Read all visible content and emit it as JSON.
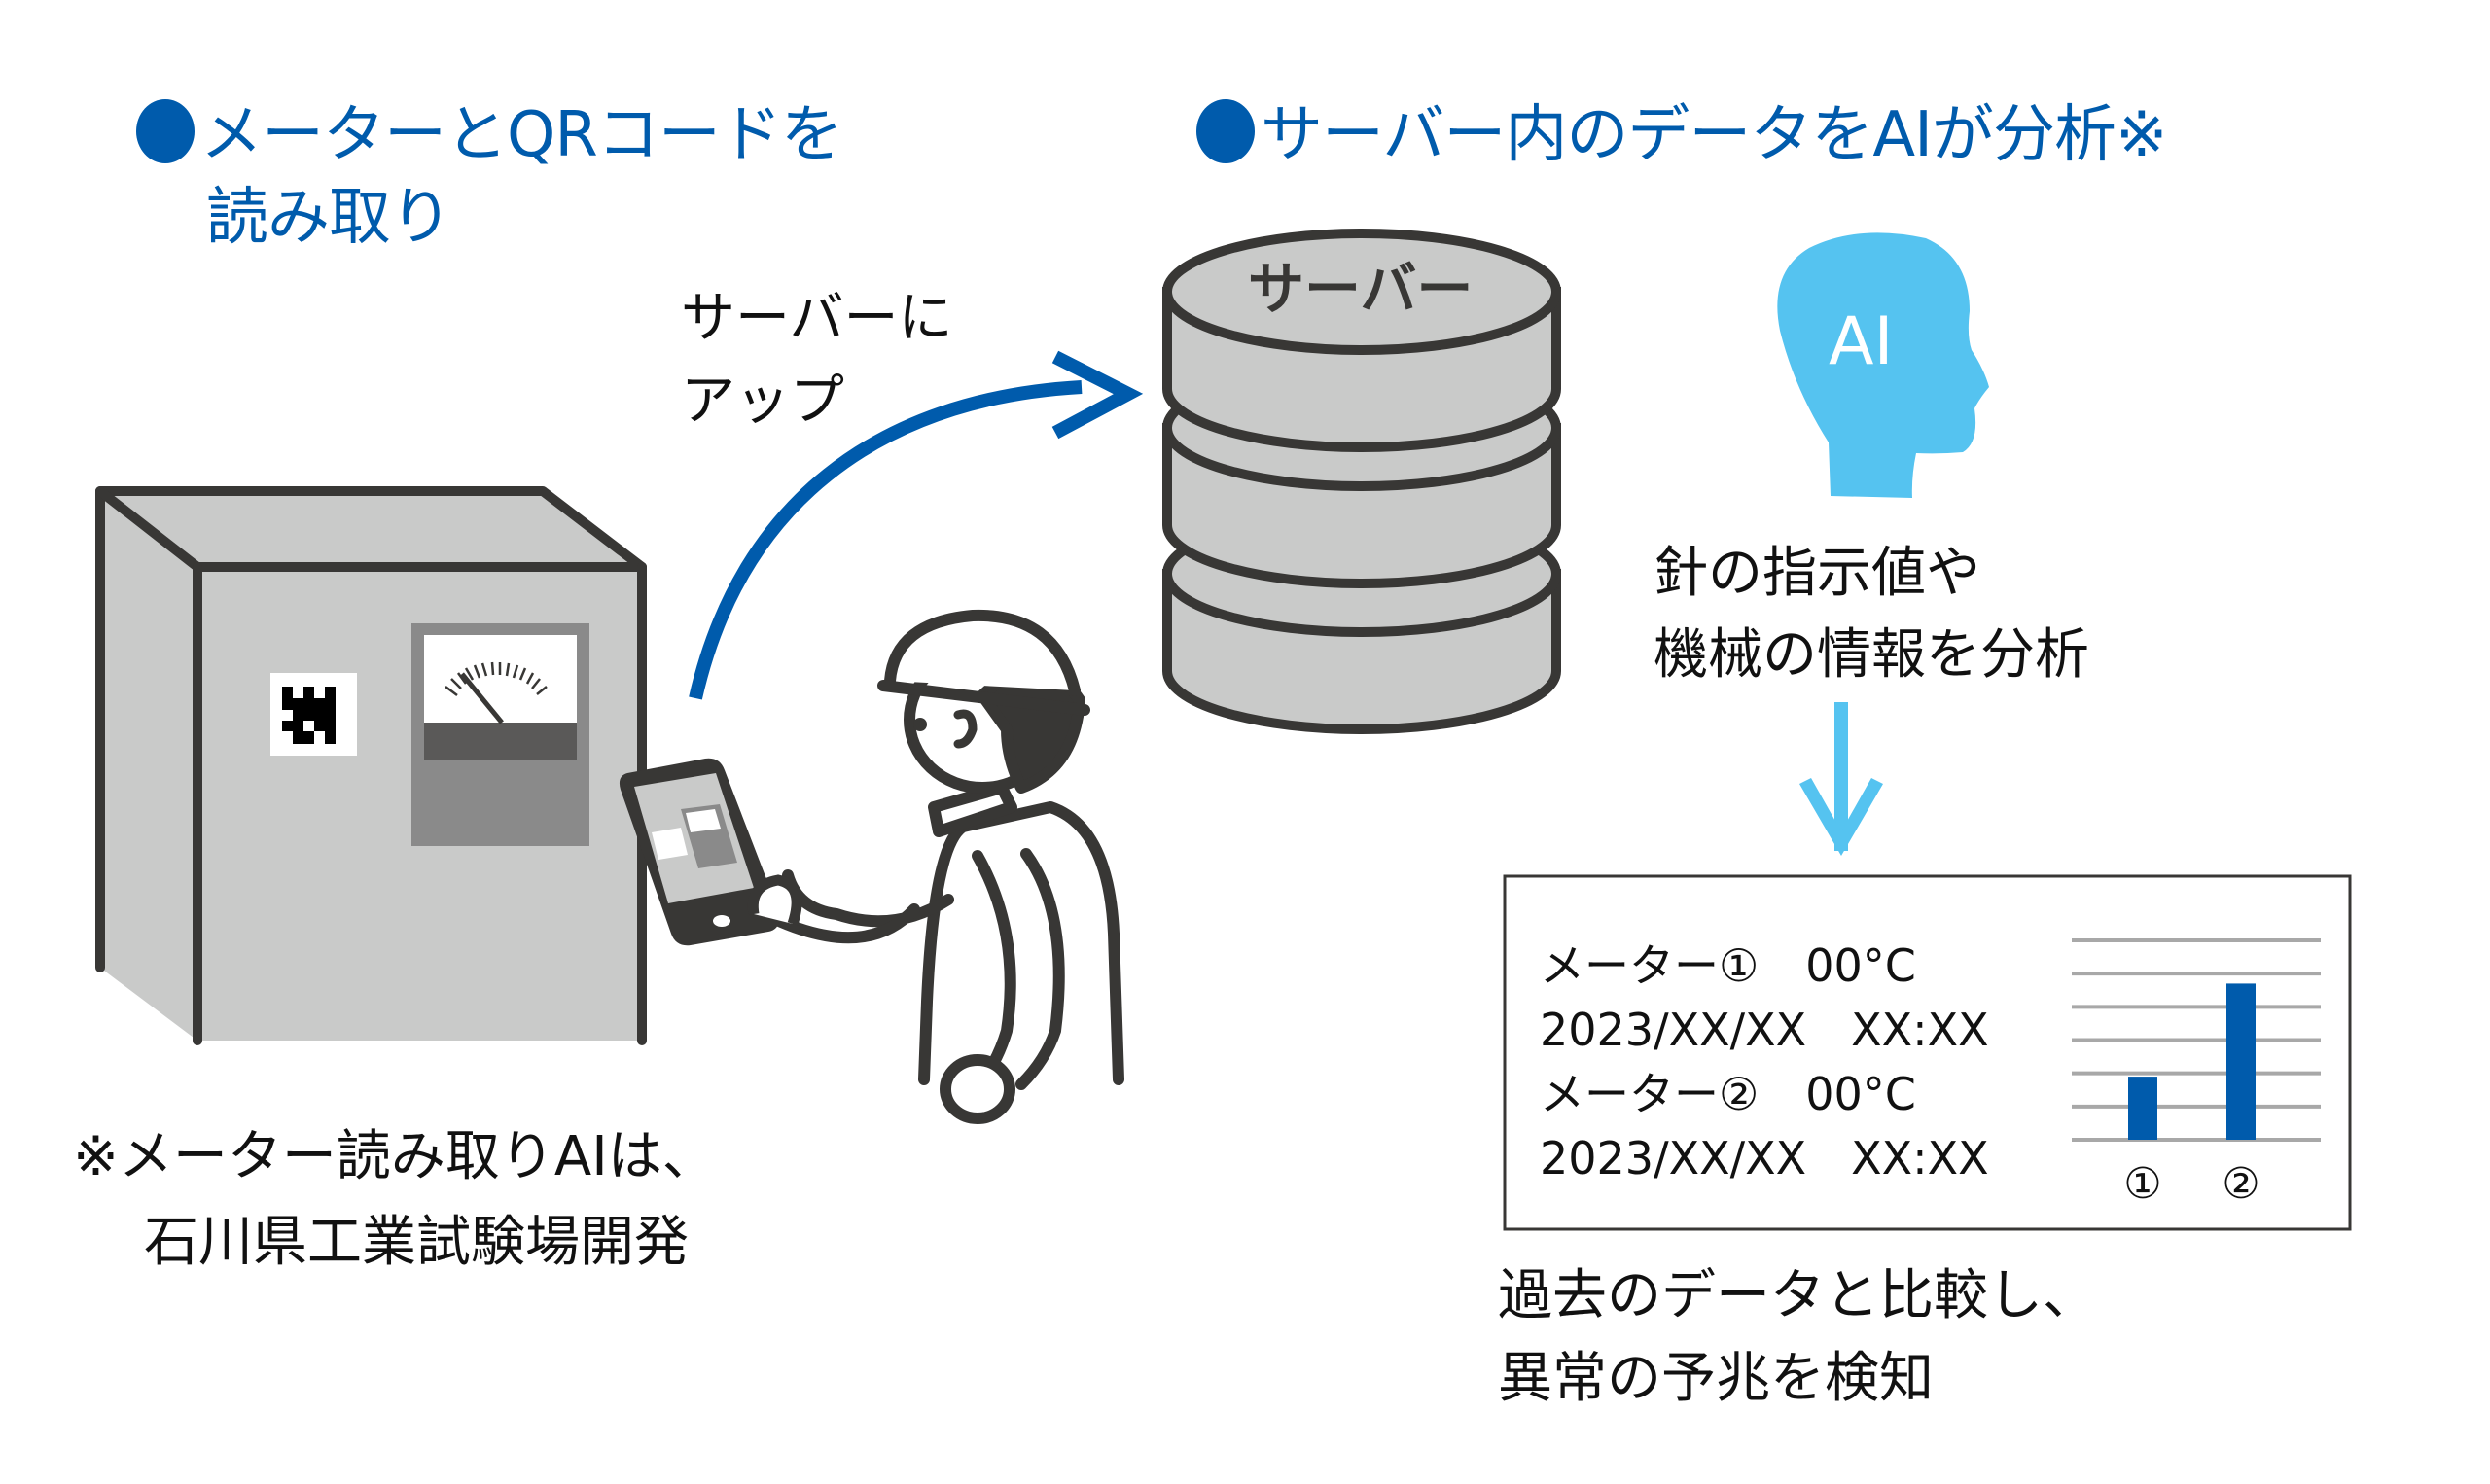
{
  "headings": {
    "left": {
      "line1": "メーターとQRコードを",
      "line2": "読み取り"
    },
    "right": {
      "line1": "サーバー内のデータをAIが分析※"
    }
  },
  "upload_label": {
    "line1": "サーバーに",
    "line2": "アップ"
  },
  "server": {
    "label": "サーバー"
  },
  "ai_head": {
    "label": "AI"
  },
  "analysis_text": {
    "line1": "針の指示値や",
    "line2": "機械の情報を分析"
  },
  "result_box": {
    "rows": [
      {
        "meter": "メーター①",
        "temp": "00°C",
        "datetime": "2023/XX/XX　XX:XX"
      },
      {
        "meter": "メーター②",
        "temp": "00°C",
        "datetime": "2023/XX/XX　XX:XX"
      }
    ]
  },
  "chart_data": {
    "type": "bar",
    "categories": [
      "①",
      "②"
    ],
    "values": [
      1.9,
      4.7
    ],
    "ylim": [
      0,
      6
    ],
    "grid": true,
    "gridline_count": 7,
    "bar_color": "#005BAC",
    "title": "",
    "xlabel": "",
    "ylabel": ""
  },
  "conclusion_text": {
    "line1": "過去のデータと比較し、",
    "line2": "異常の予兆を検知"
  },
  "footnote": {
    "line1": "※メーター読み取りAIは、",
    "line2": "石川県工業試験場開発"
  },
  "colors": {
    "brand_blue": "#005BAC",
    "ai_blue": "#55C3F0",
    "outline": "#383735",
    "cabinet_gray": "#C9CAC9",
    "meter_gray": "#8A8A8A",
    "meter_dark": "#5A5958"
  }
}
